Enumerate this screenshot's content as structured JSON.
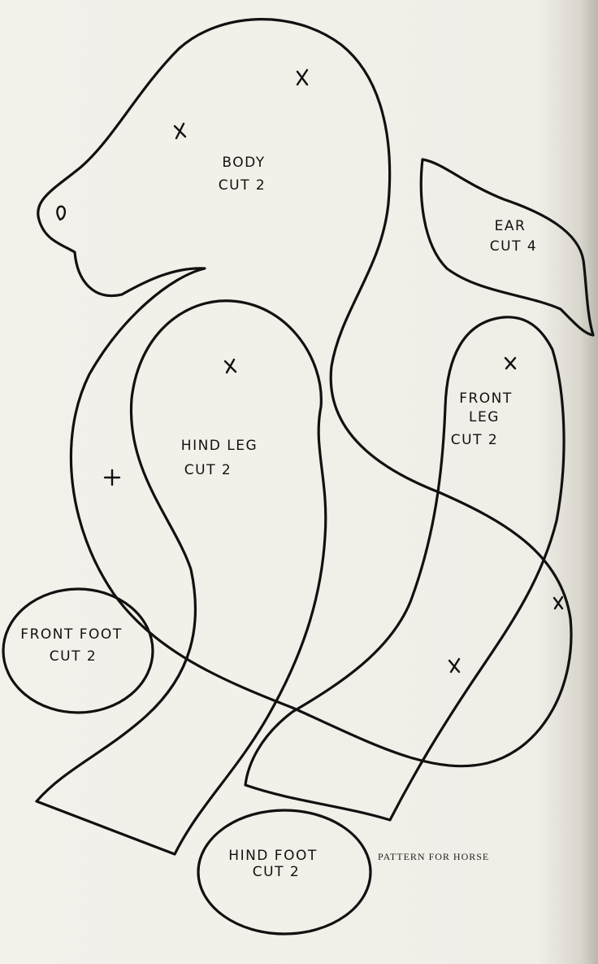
{
  "caption": "PATTERN FOR HORSE",
  "pieces": {
    "body": {
      "name": "BODY",
      "cut": "CUT 2"
    },
    "ear": {
      "name": "EAR",
      "cut": "CUT 4"
    },
    "front_leg": {
      "name1": "FRONT",
      "name2": "LEG",
      "cut": "CUT 2"
    },
    "hind_leg": {
      "name": "HIND LEG",
      "cut": "CUT 2"
    },
    "front_foot": {
      "name": "FRONT FOOT",
      "cut": "CUT 2"
    },
    "hind_foot": {
      "name": "HIND FOOT",
      "cut": "CUT 2"
    }
  }
}
